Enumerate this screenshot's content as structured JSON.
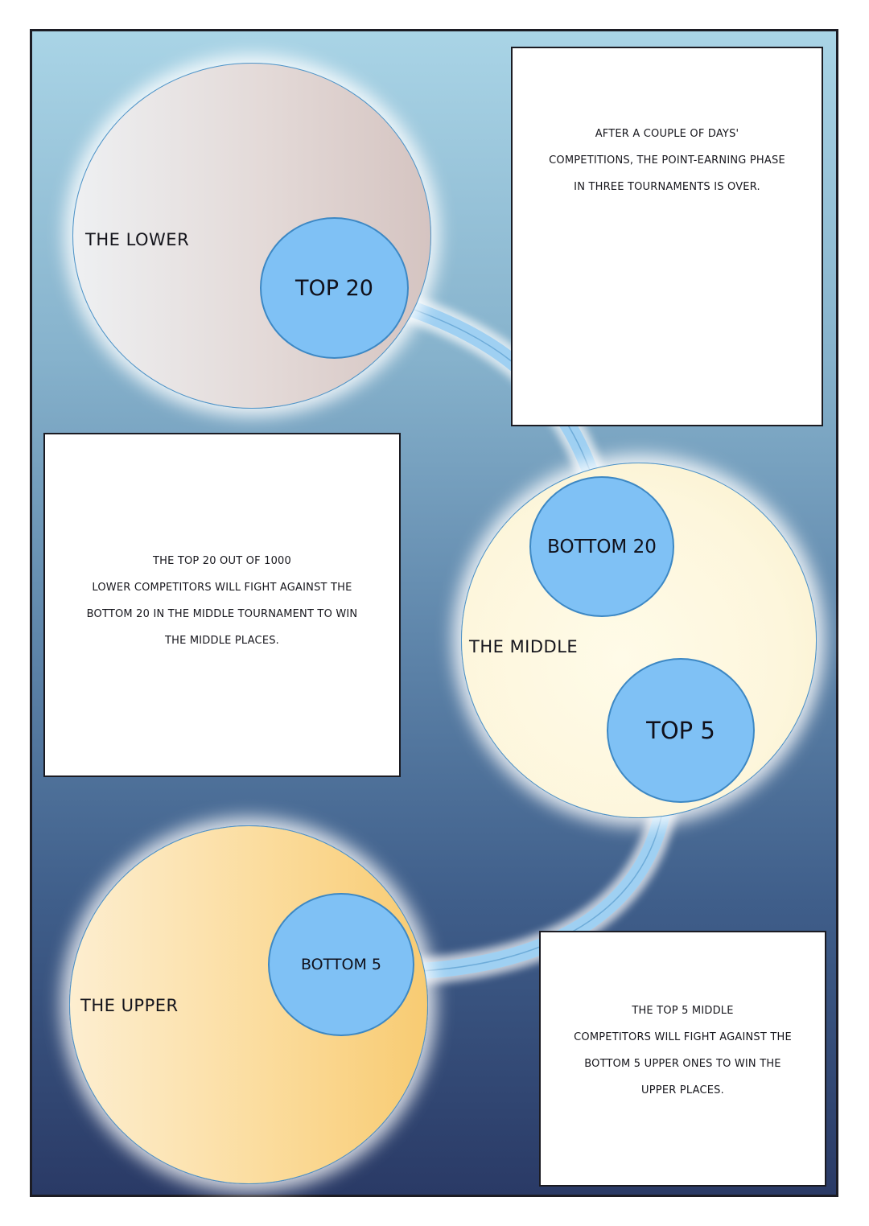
{
  "colors": {
    "background_top": "#a9d4e6",
    "background_bottom": "#2a3a66",
    "lower_circle": "#e3d9d7",
    "middle_circle": "#fdf6dc",
    "upper_circle": "#f8cb72",
    "small_circle": "#7fc1f5",
    "connector": "#9fd0f2"
  },
  "areas": {
    "lower": "THE LOWER",
    "middle": "THE MIDDLE",
    "upper": "THE UPPER"
  },
  "nodes": {
    "top20": "TOP 20",
    "bottom20": "BOTTOM 20",
    "top5": "TOP 5",
    "bottom5": "BOTTOM 5"
  },
  "captions": {
    "intro": [
      "AFTER A COUPLE OF DAYS'",
      "COMPETITIONS, THE POINT-EARNING PHASE",
      "IN THREE TOURNAMENTS IS OVER."
    ],
    "middle_rule": [
      "THE TOP 20 OUT OF 1000",
      "LOWER COMPETITORS WILL FIGHT AGAINST THE",
      "BOTTOM 20 IN THE MIDDLE TOURNAMENT TO WIN",
      "THE MIDDLE PLACES."
    ],
    "upper_rule": [
      "THE TOP 5 MIDDLE",
      "COMPETITORS WILL FIGHT AGAINST THE",
      "BOTTOM 5 UPPER ONES TO WIN THE",
      "UPPER PLACES."
    ]
  }
}
